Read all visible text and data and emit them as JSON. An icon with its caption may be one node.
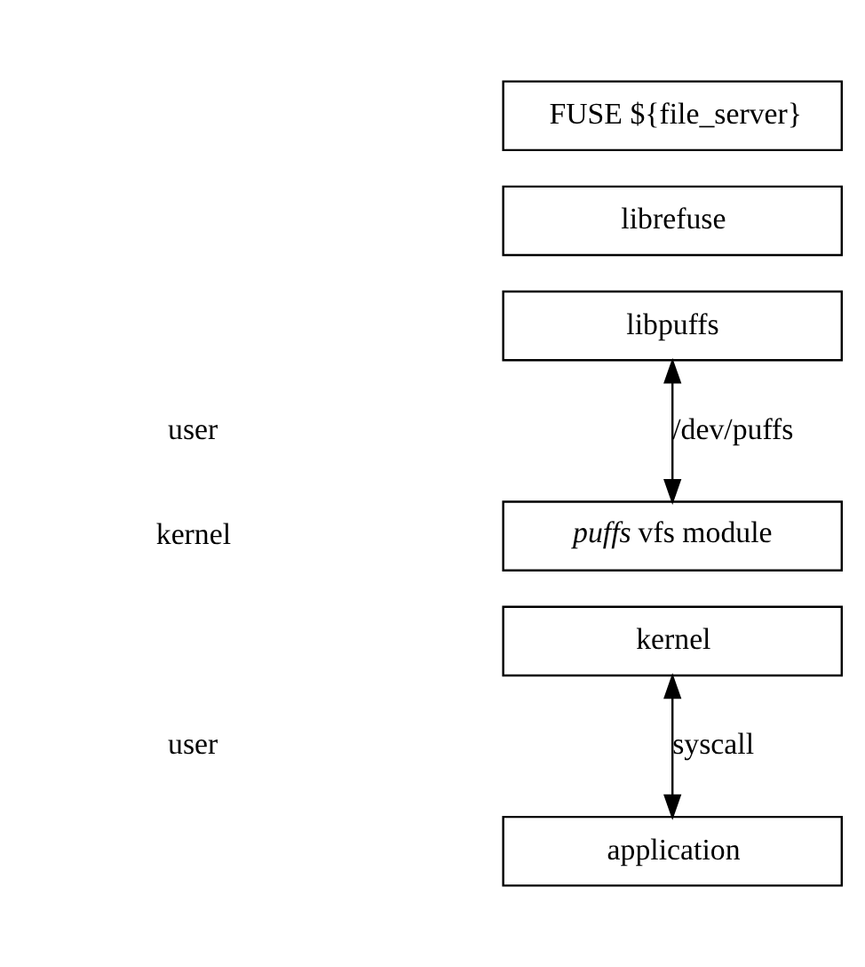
{
  "diagram": {
    "nodes": [
      {
        "text": [
          "FUSE ${file_server}"
        ]
      },
      {
        "text": [
          "librefuse"
        ]
      },
      {
        "text": [
          "libpuffs"
        ]
      },
      {
        "text": [
          "*puffs* vfs module"
        ]
      },
      {
        "text": [
          "kernel"
        ]
      },
      {
        "text": [
          "application"
        ]
      }
    ],
    "edges": [
      {
        "from": 2,
        "to": 3,
        "arrow": "both",
        "label": "/dev/puffs"
      },
      {
        "from": 4,
        "to": 5,
        "arrow": "both",
        "label": "syscall"
      }
    ],
    "labels": [
      "user",
      "kernel",
      "user"
    ]
  }
}
